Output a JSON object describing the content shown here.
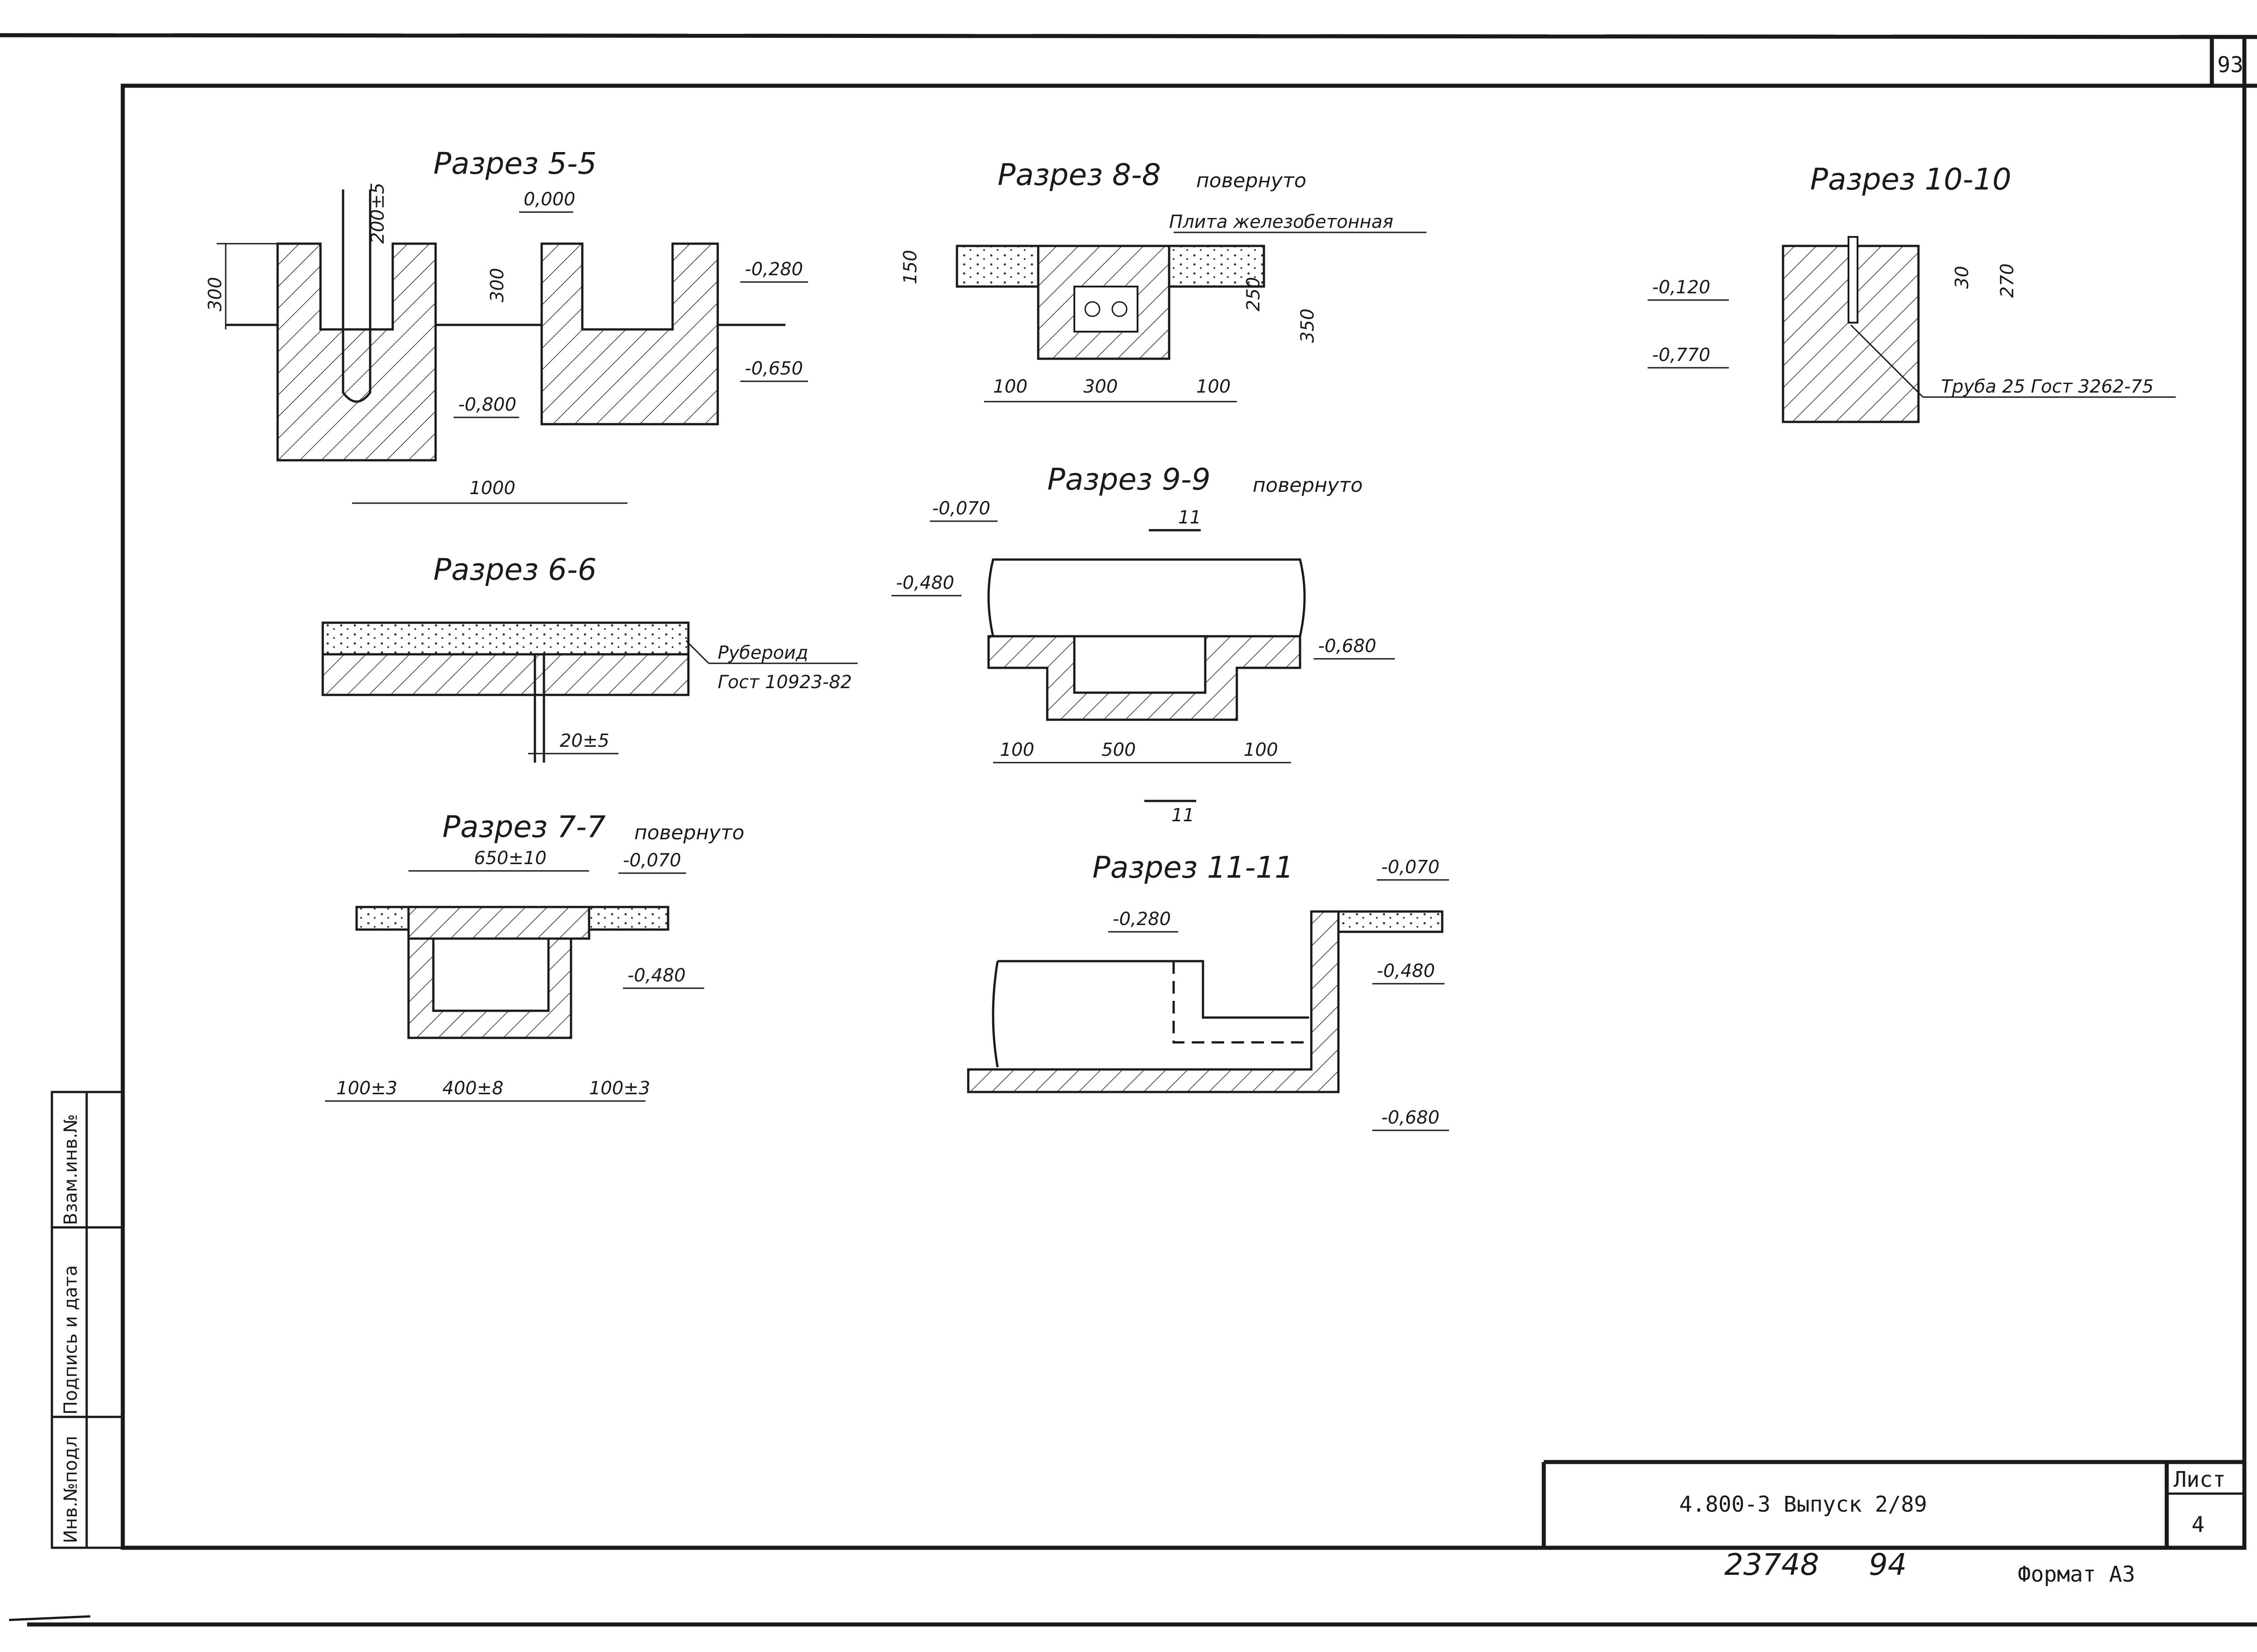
{
  "sheet": {
    "page_number": "93",
    "doc_code": "4.800-3  Выпуск 2/89",
    "sheet_label": "Лист",
    "sheet_number": "4",
    "inventory_number": "23748",
    "handwritten_number": "94",
    "format": "Формат А3"
  },
  "side_stamp": {
    "col1": "Инв.№подл",
    "col2": "Подпись и дата",
    "col3": "Взам.инв.№"
  },
  "section_5_5": {
    "title": "Разрез 5-5",
    "dims": [
      "300",
      "200±5",
      "0,000",
      "300",
      "-0,280",
      "-0,650",
      "-0,800",
      "1000"
    ]
  },
  "section_6_6": {
    "title": "Разрез 6-6",
    "label_line1": "Рубероид",
    "label_line2": "Гост 10923-82",
    "dim": "20±5"
  },
  "section_7_7": {
    "title": "Разрез 7-7",
    "subtitle": "повернуто",
    "dims": [
      "650±10",
      "-0,070",
      "-0,480",
      "100±3",
      "400±8",
      "100±3"
    ]
  },
  "section_8_8": {
    "title": "Разрез 8-8",
    "subtitle": "повернуто",
    "label": "Плита железобетонная",
    "dims": [
      "150",
      "250",
      "350",
      "100",
      "300",
      "100"
    ]
  },
  "section_9_9": {
    "title": "Разрез 9-9",
    "subtitle": "повернуто",
    "dims": [
      "-0,070",
      "-0,480",
      "-0,680",
      "100",
      "500",
      "100",
      "11",
      "11"
    ]
  },
  "section_10_10": {
    "title": "Разрез 10-10",
    "label": "Труба 25 Гост 3262-75",
    "dims": [
      "-0,120",
      "-0,770",
      "30",
      "270"
    ]
  },
  "section_11_11": {
    "title": "Разрез 11-11",
    "dims": [
      "-0,070",
      "-0,280",
      "-0,480",
      "-0,680"
    ]
  }
}
